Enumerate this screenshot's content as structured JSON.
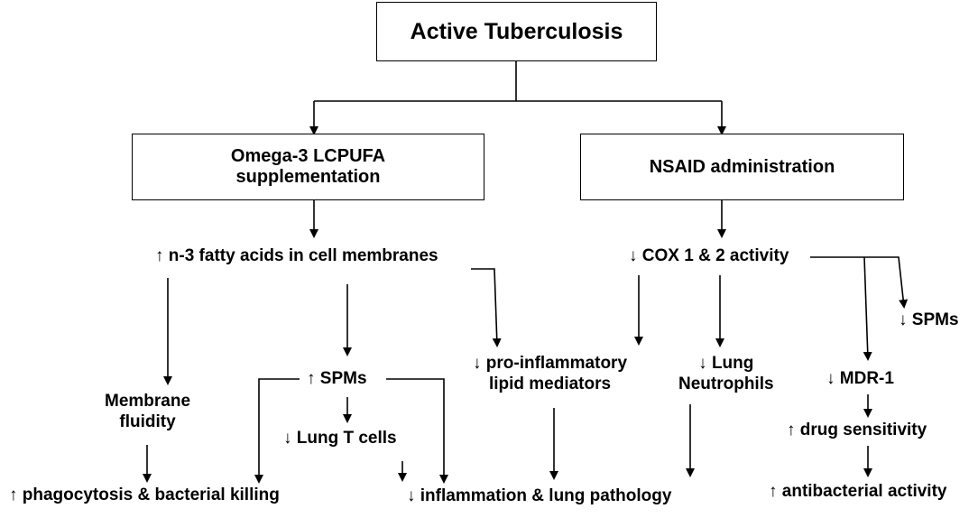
{
  "nodes": {
    "root": "Active Tuberculosis",
    "omega": "Omega-3 LCPUFA\nsupplementation",
    "nsaid": "NSAID administration",
    "n3_fatty": "↑ n-3 fatty acids in cell membranes",
    "cox": "↓ COX 1 & 2 activity",
    "spms_right": "↓ SPMs",
    "spms_left": "↑ SPMs",
    "pro_inflam": "↓ pro-inflammatory\nlipid mediators",
    "lung_neut": "↓ Lung\nNeutrophils",
    "mdr1": "↓ MDR-1",
    "membrane": "Membrane\nfluidity",
    "lung_t": "↓ Lung T cells",
    "drug_sens": "↑ drug sensitivity",
    "phago": "↑ phagocytosis  & bacterial killing",
    "inflam": "↓ inflammation  & lung pathology",
    "antibact": "↑ antibacterial activity"
  }
}
